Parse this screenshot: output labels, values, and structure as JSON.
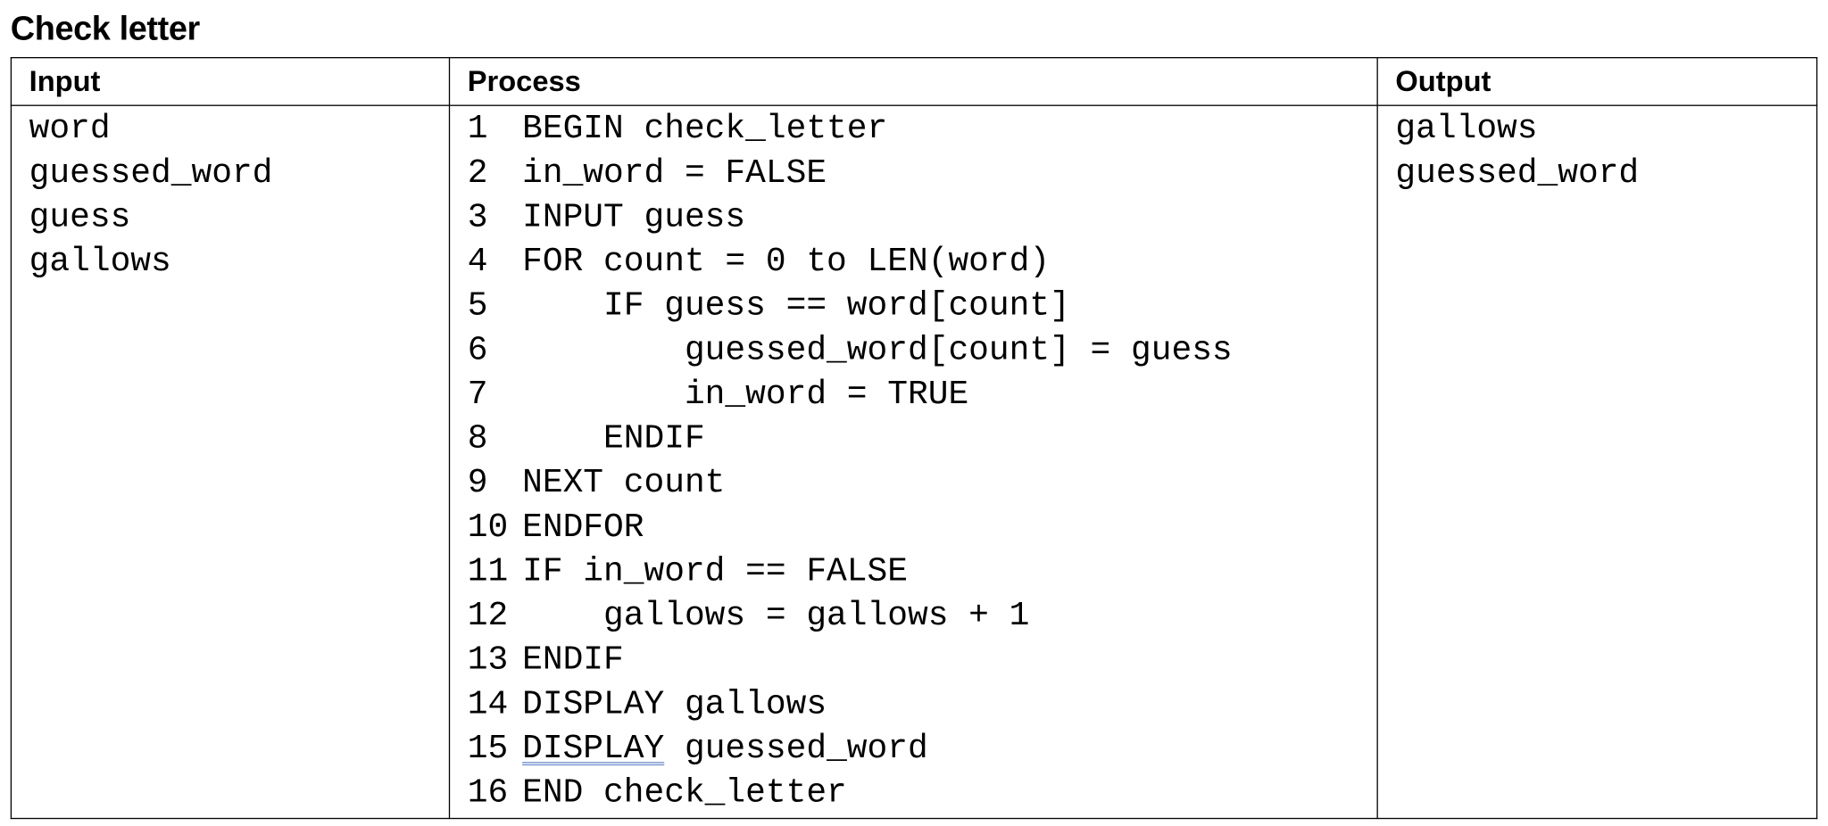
{
  "title": "Check letter",
  "headers": {
    "input": "Input",
    "process": "Process",
    "output": "Output"
  },
  "inputs": [
    "word",
    "guessed_word",
    "guess",
    "gallows"
  ],
  "outputs": [
    "gallows",
    "guessed_word"
  ],
  "process": [
    {
      "n": "1",
      "code": "BEGIN check_letter"
    },
    {
      "n": "2",
      "code": "in_word = FALSE"
    },
    {
      "n": "3",
      "code": "INPUT guess"
    },
    {
      "n": "4",
      "code": "FOR count = 0 to LEN(word)"
    },
    {
      "n": "5",
      "code": "    IF guess == word[count]"
    },
    {
      "n": "6",
      "code": "        guessed_word[count] = guess"
    },
    {
      "n": "7",
      "code": "        in_word = TRUE"
    },
    {
      "n": "8",
      "code": "    ENDIF"
    },
    {
      "n": "9",
      "code": "NEXT count"
    },
    {
      "n": "10",
      "code": "ENDFOR"
    },
    {
      "n": "11",
      "code": "IF in_word == FALSE"
    },
    {
      "n": "12",
      "code": "    gallows = gallows + 1"
    },
    {
      "n": "13",
      "code": "ENDIF"
    },
    {
      "n": "14",
      "code": "DISPLAY gallows"
    },
    {
      "n": "15",
      "code": "DISPLAY guessed_word"
    },
    {
      "n": "16",
      "code": "END check_letter"
    }
  ]
}
